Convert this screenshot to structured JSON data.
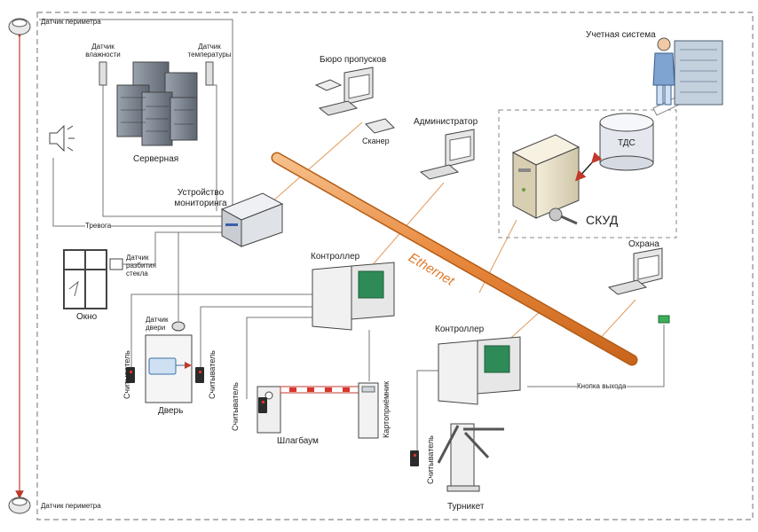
{
  "labels": {
    "perimeter_top": "Датчик периметра",
    "perimeter_bottom": "Датчик периметра",
    "humidity": "Датчик влажности",
    "temperature": "Датчик температуры",
    "server_room": "Серверная",
    "monitoring": "Устройство мониторинга",
    "alarm": "Тревога",
    "glass_break": "Датчик разбития стекла",
    "window": "Окно",
    "door_sensor": "Датчик двери",
    "reader": "Считыватель",
    "door": "Дверь",
    "barrier": "Шлагбаум",
    "card_receiver": "Картоприёмник",
    "turnstile": "Турникет",
    "controller1": "Контроллер",
    "controller2": "Контроллер",
    "exit_button": "Кнопка выхода",
    "ethernet": "Ethernet",
    "pass_office": "Бюро пропусков",
    "scanner": "Сканер",
    "admin": "Администратор",
    "accounting": "Учетная система",
    "tds": "ТДС",
    "skud": "СКУД",
    "security": "Охрана"
  }
}
